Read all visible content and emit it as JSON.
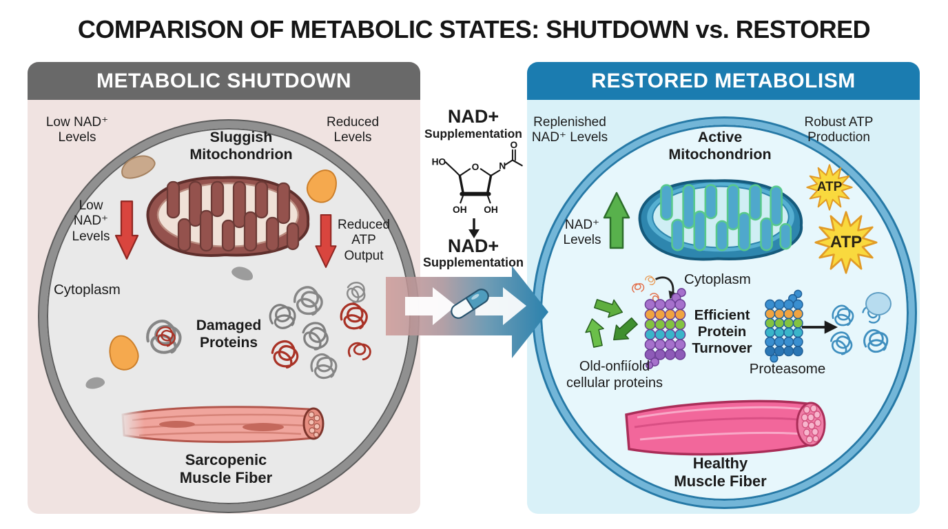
{
  "title": "COMPARISON OF METABOLIC STATES: SHUTDOWN vs. RESTORED",
  "left_panel": {
    "header": "METABOLIC SHUTDOWN",
    "top_left_label": "Low NAD⁺\nLevels",
    "top_right_label": "Reduced\nLevels",
    "mitochondrion_label": "Sluggish\nMitochondrion",
    "nad_label": "Low\nNAD⁺\nLevels",
    "atp_label": "Reduced\nATP\nOutput",
    "cytoplasm_label": "Cytoplasm",
    "proteins_label": "Damaged\nProteins",
    "muscle_label": "Sarcopenic\nMuscle Fiber"
  },
  "center": {
    "top_heading": "NAD+",
    "top_subheading": "Supplementation",
    "bottom_heading": "NAD+",
    "bottom_subheading": "Supplementation",
    "molecule": {
      "ho": "HO",
      "ring_o": "O",
      "n": "N",
      "carbonyl_o": "O",
      "oh_left": "OH",
      "oh_right": "OH"
    }
  },
  "right_panel": {
    "header": "RESTORED METABOLISM",
    "top_left_label": "Replenished\nNAD⁺ Levels",
    "top_right_label": "Robust ATP\nProduction",
    "mitochondrion_label": "Active\nMitochondrion",
    "nad_label": "NAD⁺\nLevels",
    "atp_label_1": "ATP",
    "atp_label_2": "ATP",
    "cytoplasm_label": "Cytoplasm",
    "turnover_label": "Efficient\nProtein\nTurnover",
    "old_proteins_label": "Old-onfiíold\ncellular proteins",
    "proteasome_label": "Proteasome",
    "muscle_label": "Healthy\nMuscle Fiber"
  },
  "colors": {
    "left_header_bg": "#696969",
    "left_panel_bg": "#f0e3e1",
    "right_header_bg": "#1b7cb0",
    "right_panel_bg": "#d9f1f8",
    "shutdown_red": "#d9453e",
    "restored_green": "#58b14c",
    "atp_yellow": "#f9d93e"
  }
}
